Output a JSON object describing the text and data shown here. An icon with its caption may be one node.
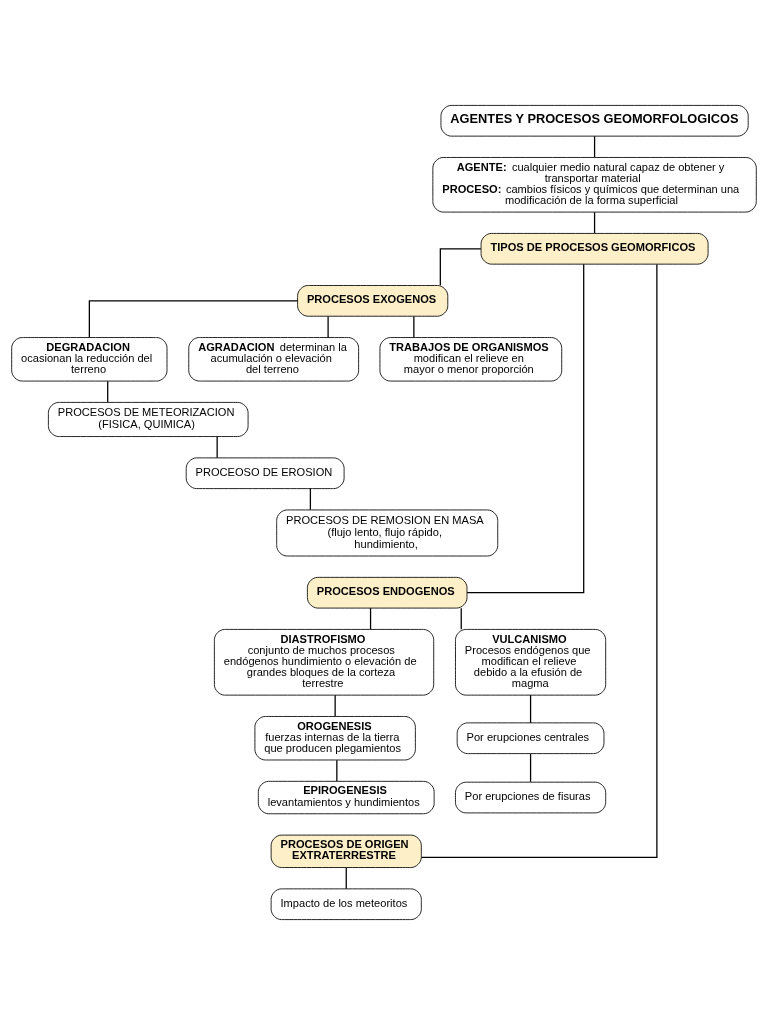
{
  "diagram": {
    "nodes": [
      {
        "text": [
          "AGENTES Y PROCESOS GEOMORFOLOGICOS"
        ]
      },
      {
        "text": [
          "**AGENTE:** cualquier medio natural capaz de obtener y transportar material",
          "**PROCESO:** cambios físicos y químicos que determinan una modificación de la forma superficial"
        ]
      },
      {
        "text": [
          "TIPOS DE PROCESOS GEOMORFICOS"
        ]
      },
      {
        "text": [
          "PROCESOS EXOGENOS"
        ]
      },
      {
        "text": [
          "DEGRADACION",
          "ocasionan la reducción del terreno"
        ]
      },
      {
        "text": [
          "**AGRADACION** determinan la acumulación o elevación del terreno"
        ]
      },
      {
        "text": [
          "TRABAJOS DE ORGANISMOS",
          "modifican el relieve en mayor o menor proporción"
        ]
      },
      {
        "text": [
          "PROCESOS DE METEORIZACION (FISICA, QUIMICA)"
        ]
      },
      {
        "text": [
          "PROCEOSO DE EROSION"
        ]
      },
      {
        "text": [
          "PROCESOS DE REMOSION EN MASA (flujo lento, flujo rápido, hundimiento,"
        ]
      },
      {
        "text": [
          "PROCESOS ENDOGENOS"
        ]
      },
      {
        "text": [
          "DIASTROFISMO",
          "conjunto de muchos procesos endógenos hundimiento o elevación de grandes bloques de la corteza terrestre"
        ]
      },
      {
        "text": [
          "VULCANISMO",
          "Procesos endógenos que modifican el relieve debido a la efusión de magma"
        ]
      },
      {
        "text": [
          "OROGENESIS",
          "fuerzas internas de la tierra que producen plegamientos"
        ]
      },
      {
        "text": [
          "EPIROGENESIS",
          "levantamientos y hundimientos"
        ]
      },
      {
        "text": [
          "Por erupciones centrales"
        ]
      },
      {
        "text": [
          "Por erupciones de fisuras"
        ]
      },
      {
        "text": [
          "PROCESOS DE ORIGEN EXTRATERRESTRE"
        ]
      },
      {
        "text": [
          "Impacto de los meteoritos"
        ]
      }
    ],
    "edges": [
      {
        "from": 0,
        "to": 1,
        "arrow": "none"
      },
      {
        "from": 1,
        "to": 2,
        "arrow": "none"
      },
      {
        "from": 2,
        "to": 3,
        "arrow": "none"
      },
      {
        "from": 2,
        "to": 10,
        "arrow": "none"
      },
      {
        "from": 2,
        "to": 17,
        "arrow": "none"
      },
      {
        "from": 3,
        "to": 4,
        "arrow": "none"
      },
      {
        "from": 3,
        "to": 5,
        "arrow": "none"
      },
      {
        "from": 3,
        "to": 6,
        "arrow": "none"
      },
      {
        "from": 4,
        "to": 7,
        "arrow": "none"
      },
      {
        "from": 7,
        "to": 8,
        "arrow": "none"
      },
      {
        "from": 8,
        "to": 9,
        "arrow": "none"
      },
      {
        "from": 10,
        "to": 11,
        "arrow": "none"
      },
      {
        "from": 10,
        "to": 12,
        "arrow": "none"
      },
      {
        "from": 11,
        "to": 13,
        "arrow": "none"
      },
      {
        "from": 13,
        "to": 14,
        "arrow": "none"
      },
      {
        "from": 12,
        "to": 15,
        "arrow": "none"
      },
      {
        "from": 15,
        "to": 16,
        "arrow": "none"
      },
      {
        "from": 17,
        "to": 18,
        "arrow": "none"
      }
    ]
  }
}
